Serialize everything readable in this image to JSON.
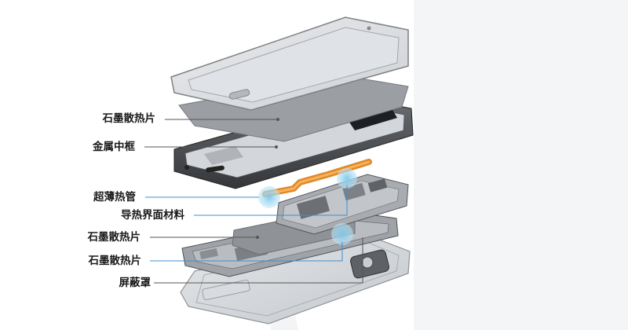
{
  "callouts": [
    {
      "id": "graphite-sheet-1",
      "label": "石墨散热片"
    },
    {
      "id": "metal-frame",
      "label": "金属中框"
    },
    {
      "id": "heat-pipe",
      "label": "超薄热管"
    },
    {
      "id": "thermal-interface",
      "label": "导热界面材料"
    },
    {
      "id": "graphite-sheet-2",
      "label": "石墨散热片"
    },
    {
      "id": "graphite-sheet-3",
      "label": "石墨散热片"
    },
    {
      "id": "shield-cover",
      "label": "屏蔽罩"
    }
  ],
  "colors": {
    "leader_gray": "#555555",
    "leader_blue": "#3d8fd1",
    "heat_pipe": "#f0962e",
    "highlight_blue": "#8fd0ee",
    "sheet_gray": "#9a9a9a"
  }
}
